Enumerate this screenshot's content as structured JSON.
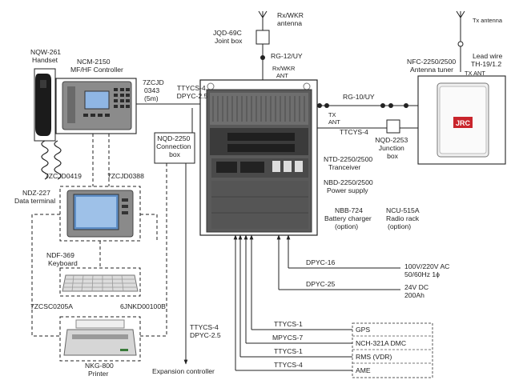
{
  "labels": {
    "rx_antenna": [
      "Rx/WKR",
      "antenna"
    ],
    "joint_box": [
      "JQD-69C",
      "Joint box"
    ],
    "rg12": "RG-12/UY",
    "rx_wkr_ant": [
      "Rx/WKR",
      "ANT"
    ],
    "tx_antenna": "Tx antenna",
    "handset": [
      "NQW-261",
      "Handset"
    ],
    "controller": [
      "NCM-2150",
      "MF/HF Controller"
    ],
    "cable_0343": [
      "7ZCJD",
      "0343",
      "(5m)"
    ],
    "ttycs_dpyc": [
      "TTYCS-4",
      "DPYC-2.5"
    ],
    "conn_box": [
      "NQD-2250",
      "Connection",
      "box"
    ],
    "tuner": [
      "NFC-2250/2500",
      "Antenna tuner"
    ],
    "lead_wire": [
      "Lead wire",
      "TH-19/1.2"
    ],
    "tx_ant_top": "TX ANT",
    "rg10": "RG-10/UY",
    "tx_ant_side": [
      "TX",
      "ANT"
    ],
    "ttycs4_right": "TTCYS-4",
    "junction_box": [
      "NQD-2253",
      "Junction",
      "box"
    ],
    "tuner_logo": "JRC",
    "cable_0419": "7ZCJD0419",
    "cable_0388": "7ZCJD0388",
    "data_terminal": [
      "NDZ-227",
      "Data terminal"
    ],
    "transceiver": [
      "NTD-2250/2500",
      "Tranceiver"
    ],
    "power_supply": [
      "NBD-2250/2500",
      "Power supply"
    ],
    "charger": [
      "NBB-724",
      "Battery charger",
      "(option)"
    ],
    "radio_rack": [
      "NCU-515A",
      "Radio rack",
      "(option)"
    ],
    "keyboard": [
      "NDF-369",
      "Keyboard"
    ],
    "dpyc16": "DPYC-16",
    "ac_supply": [
      "100V/220V AC",
      "50/60Hz  1ϕ"
    ],
    "dpyc25": "DPYC-25",
    "dc_supply": [
      "24V DC",
      "200Ah"
    ],
    "cable_0205": "7ZCSC0205A",
    "cable_0010": "6JNKD00100B",
    "printer": [
      "NKG-800",
      "Printer"
    ],
    "ttycs_dpyc_bottom": [
      "TTYCS-4",
      "DPYC-2.5"
    ],
    "expansion": "Expansion controller",
    "bus": [
      {
        "cable": "TTYCS-1",
        "device": "GPS"
      },
      {
        "cable": "MPYCS-7",
        "device": "NCH-321A DMC"
      },
      {
        "cable": "TTYCS-1",
        "device": "RMS (VDR)"
      },
      {
        "cable": "TTYCS-4",
        "device": "AME"
      }
    ]
  }
}
